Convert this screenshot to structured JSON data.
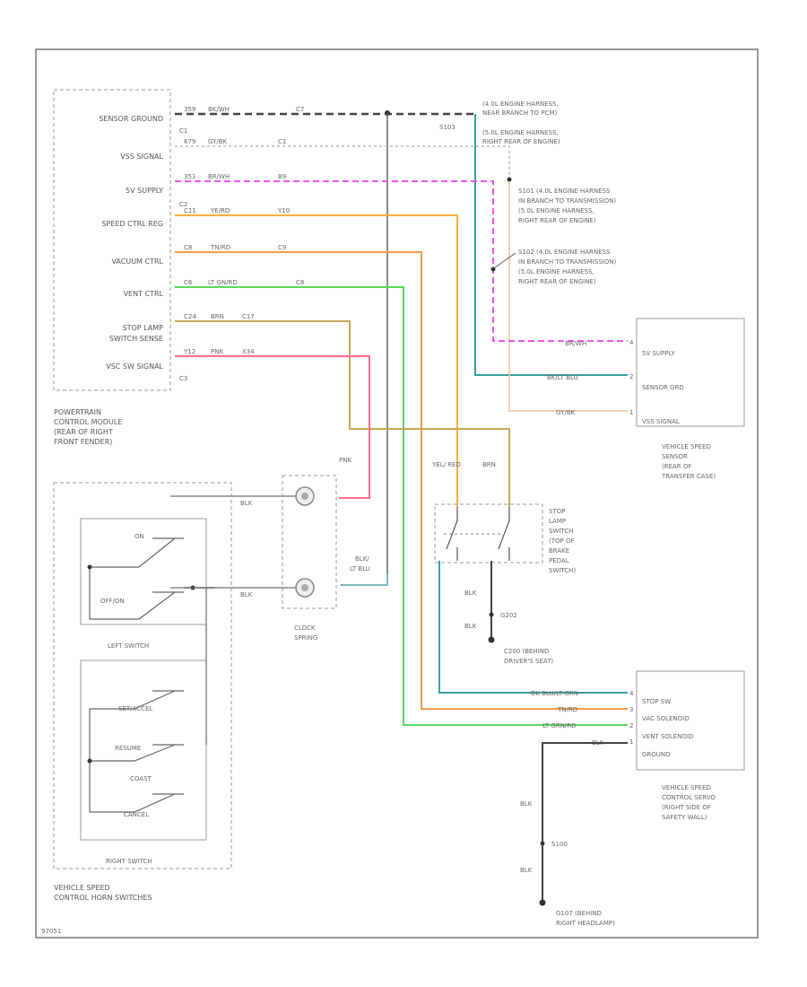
{
  "pcm": {
    "pins": [
      "SENSOR GROUND",
      "VSS SIGNAL",
      "5V SUPPLY",
      "SPEED CTRL REG",
      "VACUUM CTRL",
      "VENT CTRL",
      "STOP LAMP",
      "SWITCH SENSE",
      "VSC SW SIGNAL"
    ],
    "connectors": [
      "C1",
      "C2",
      "C3"
    ],
    "label": [
      "POWERTRAIN",
      "CONTROL MODULE",
      "(REAR OF RIGHT",
      "FRONT FENDER)"
    ]
  },
  "wires": {
    "sensor_ground": {
      "circuit": "359",
      "color_name": "BK/WH",
      "pin": "C7",
      "color": "#333333"
    },
    "vss_signal": {
      "circuit": "679",
      "color_name": "GY/BK",
      "pin": "C1",
      "color": "#bbbbbb"
    },
    "five_v": {
      "circuit": "351",
      "color_name": "BR/WH",
      "pin": "B9",
      "color": "#ee55ee"
    },
    "speed_ctrl": {
      "circuit": "C11",
      "color_name": "YE/RD",
      "pin": "Y10",
      "color": "#f5b041"
    },
    "vacuum_ctrl": {
      "circuit": "C8",
      "color_name": "TN/RD",
      "pin": "C9",
      "color": "#f39c4a"
    },
    "vent_ctrl": {
      "circuit": "C6",
      "color_name": "LT GN/RD",
      "pin": "C8",
      "color": "#5cd65c"
    },
    "stop_lamp": {
      "circuit": "C24",
      "color_name": "BRN",
      "pin": "C17",
      "color": "#c9a75a"
    },
    "vsc_sw": {
      "circuit": "Y12",
      "color_name": "PNK",
      "pin": "X34",
      "color": "#ff6b8b"
    },
    "sensor_grd_teal": {
      "color": "#3a9e9e"
    }
  },
  "splices": {
    "s103": "S103",
    "s101": [
      "S101  (4.0L ENGINE HARNESS",
      "IN BRANCH TO TRANSMISSION)",
      "(5.0L ENGINE HARNESS,",
      "RIGHT REAR OF ENGINE)"
    ],
    "s102": [
      "S102  (4.0L ENGINE HARNESS",
      "IN BRANCH TO TRANSMISSION)",
      "(5.0L ENGINE HARNESS,",
      "RIGHT REAR OF ENGINE)"
    ],
    "s103_desc": [
      "(4.0L ENGINE HARNESS,",
      "NEAR BRANCH TO PCM)",
      "(5.0L ENGINE HARNESS,",
      "RIGHT REAR OF ENGINE)"
    ],
    "g202": "G202",
    "s100": "S100"
  },
  "vss": {
    "pins": [
      "5V SUPPLY",
      "SENSOR GRD",
      "VSS SIGNAL"
    ],
    "pin_nums": [
      "4",
      "2",
      "1"
    ],
    "wire_labels": [
      "BR/WH",
      "BK/LT BLU",
      "GY/BK"
    ],
    "label": [
      "VEHICLE SPEED",
      "SENSOR",
      "(REAR OF",
      "TRANSFER CASE)"
    ]
  },
  "servo": {
    "pins": [
      "STOP SW",
      "VAC SOLENOID",
      "VENT SOLENOID",
      "GROUND"
    ],
    "pin_nums": [
      "4",
      "3",
      "2",
      "1"
    ],
    "wire_labels": [
      "DK BLU/LT GRN",
      "TN/RD",
      "LT GRN/RD",
      "BLK"
    ],
    "label": [
      "VEHICLE SPEED",
      "CONTROL SERVO",
      "(RIGHT SIDE OF",
      "SAFETY WALL)"
    ]
  },
  "stop_switch": {
    "label": [
      "STOP",
      "LAMP",
      "SWITCH",
      "(TOP OF",
      "BRAKE",
      "PEDAL",
      "SWITCH)"
    ],
    "wire_labels": [
      "YEL/ RED",
      "BRN"
    ],
    "blk": [
      "BLK",
      "BLK"
    ],
    "g200": [
      "C200  (BEHIND",
      "DRIVER'S SEAT)"
    ]
  },
  "clock_spring": {
    "label": [
      "CLOCK",
      "SPRING"
    ],
    "wire_labels": [
      "BLK",
      "BLK"
    ],
    "pnk": "PNK",
    "blk_lt_blu": [
      "BLK/",
      "LT BLU"
    ]
  },
  "left_switch": {
    "on": "ON",
    "off": "OFF/ON",
    "title": "LEFT SWITCH"
  },
  "right_switch": {
    "set": "SET/ACCEL",
    "resume": "RESUME",
    "coast": "COAST",
    "cancel": "CANCEL",
    "title": "RIGHT SWITCH"
  },
  "horn_label": [
    "VEHICLE SPEED",
    "CONTROL HORN SWITCHES"
  ],
  "ground": {
    "blk1": "BLK",
    "blk2": "BLK",
    "label": [
      "G107  (BEHIND",
      "RIGHT HEADLAMP)"
    ]
  },
  "footer": "97051"
}
